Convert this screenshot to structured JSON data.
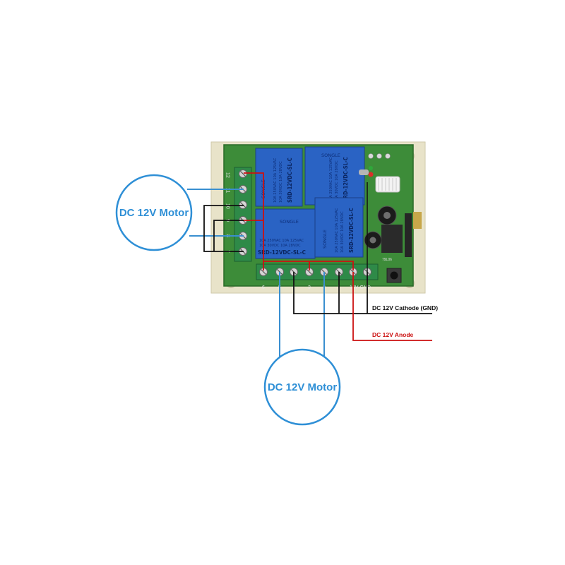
{
  "motors": {
    "left_label": "DC 12V Motor",
    "bottom_label": "DC 12V Motor"
  },
  "power": {
    "cathode_label": "DC 12V Cathode (GND)",
    "anode_label": "DC 12V Anode",
    "cathode_color": "#111111",
    "anode_color": "#cc1111"
  },
  "relays": {
    "brand": "SONGLE",
    "model": "SRD-12VDC-SL-C",
    "rating_line1": "10A 250VAC  10A 125VAC",
    "rating_line2": "10A 30VDC   10A 28VDC"
  },
  "board": {
    "left_terminal_numbers": [
      "12",
      "11",
      "10",
      "9",
      "8",
      "7"
    ],
    "bottom_terminal_numbers": [
      "6",
      "5",
      "4",
      "3",
      "2",
      "1"
    ],
    "chip_label": "79L06",
    "bottom_right_label": "12V GND"
  },
  "colors": {
    "pcb_green": "#3f8f3b",
    "board_beige": "#e6e1c6",
    "relay_blue": "#2a63c4",
    "motor_wire_blue": "#3a8fd0",
    "terminal_green": "#2f8a4a"
  }
}
